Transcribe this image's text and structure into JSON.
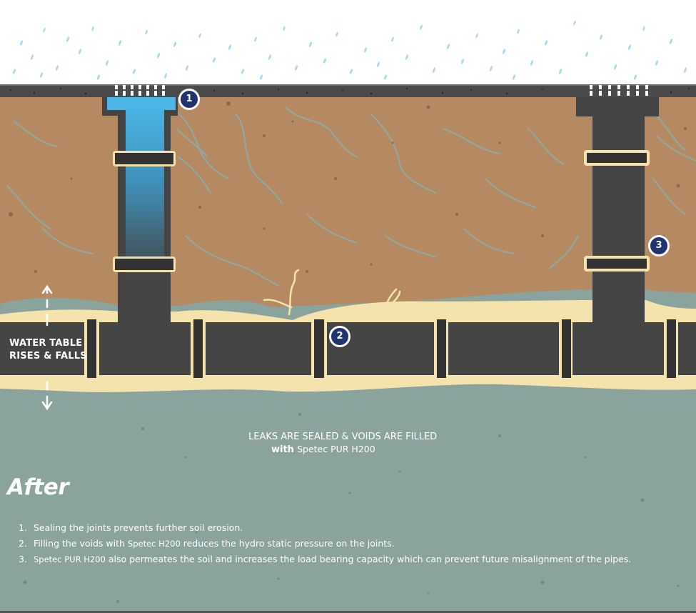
{
  "diagram": {
    "title": "After",
    "callouts": [
      {
        "number": "1",
        "target": "left-vertical-pipe-inlet"
      },
      {
        "number": "2",
        "target": "horizontal-pipe-joint"
      },
      {
        "number": "3",
        "target": "right-vertical-pipe"
      }
    ],
    "water_table_label": {
      "line1": "WATER TABLE",
      "line2": "RISES & FALLS"
    },
    "caption": {
      "line1": "LEAKS ARE SEALED & VOIDS ARE FILLED",
      "line2_prefix": "with",
      "line2_brand": "Spetec PUR H200"
    },
    "steps": [
      {
        "number": "1.",
        "text": "Sealing the joints prevents further soil erosion."
      },
      {
        "number": "2.",
        "text_before": "Filling the voids with",
        "brand": "Spetec H200",
        "text_after": "reduces the hydro static pressure on the joints."
      },
      {
        "number": "3.",
        "brand": "Spetec PUR H200",
        "text_after": "also permeates the soil and increases the load bearing capacity which can prevent future misalignment of the pipes."
      }
    ],
    "colors": {
      "sky": "#ffffff",
      "rain": "#a9d8ef",
      "pavement": "#4a4a4a",
      "soil": "#b58a63",
      "soil_cracks": "#8fa9a5",
      "groundwater": "#8aa39c",
      "grout_fill": "#f5e3ad",
      "pipe": "#444444",
      "pipe_joint": "#333333",
      "water_in_pipe": "#4ab5e6",
      "callout_badge": "#1f3370"
    }
  }
}
